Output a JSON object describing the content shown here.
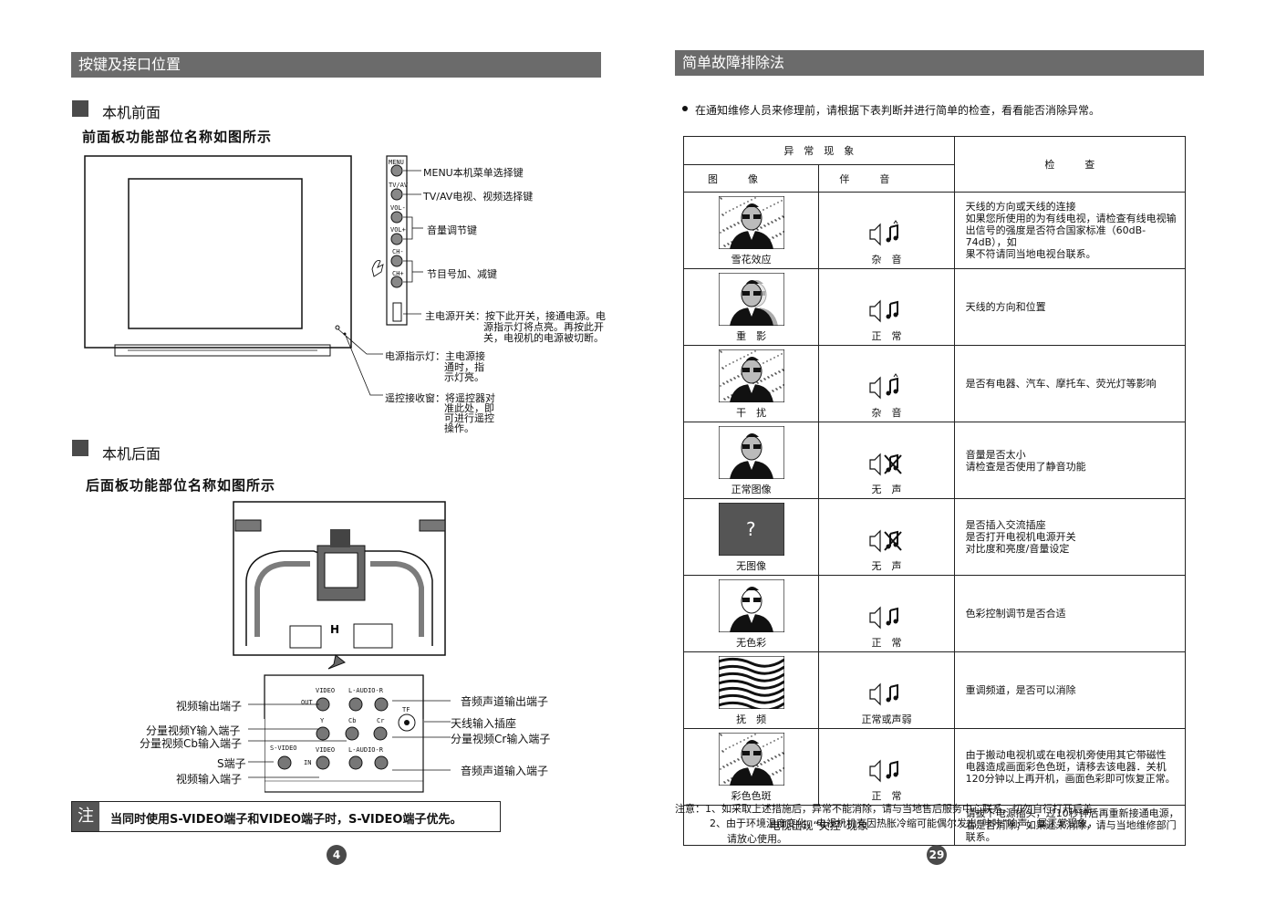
{
  "left": {
    "section_title": "按键及接口位置",
    "front_heading": "本机前面",
    "front_caption": "前面板功能部位名称如图所示",
    "front_labels": {
      "menu": "MENU本机菜单选择键",
      "tvav": "TV/AV电视、视频选择键",
      "vol": "音量调节键",
      "ch": "节目号加、减键",
      "power_1": "主电源开关：按下此开关，接通电源。电",
      "power_2": "源指示灯将点亮。再按此开",
      "power_3": "关，电视机的电源被切断。",
      "indicator_1": "电源指示灯：主电源接",
      "indicator_2": "通时，指",
      "indicator_3": "示灯亮。",
      "remote_1": "遥控接收窗：将遥控器对",
      "remote_2": "准此处，即",
      "remote_3": "可进行遥控",
      "remote_4": "操作。"
    },
    "button_tags": {
      "menu": "MENU",
      "tvav": "TV/AV",
      "volm": "VOL-",
      "volp": "VOL+",
      "chm": "CH-",
      "chp": "CH+"
    },
    "rear_heading": "本机后面",
    "rear_caption": "后面板功能部位名称如图所示",
    "rear_labels": {
      "video_out": "视频输出端子",
      "y_in": "分量视频Y输入端子",
      "cb_in": "分量视频Cb输入端子",
      "s_term": "S端子",
      "video_in": "视频输入端子",
      "audio_out": "音频声道输出端子",
      "antenna": "天线输入插座",
      "cr_in": "分量视频Cr输入端子",
      "audio_in": "音频声道输入端子"
    },
    "panel_tags": {
      "video": "VIDEO",
      "audio": "L-AUDIO-R",
      "out": "OUT",
      "y": "Y",
      "cb": "Cb",
      "cr": "Cr",
      "svideo": "S-VIDEO",
      "in": "IN",
      "ant": "TF"
    },
    "note_badge": "注",
    "note_text": "当同时使用S-VIDEO端子和VIDEO端子时，S-VIDEO端子优先。",
    "page_number": "4"
  },
  "right": {
    "section_title": "简单故障排除法",
    "intro": "在通知维修人员来修理前，请根据下表判断并进行简单的检查，看看能否消除异常。",
    "table": {
      "header_symptom": "异　常　现　象",
      "header_check": "检　　　查",
      "sub_image": "图　　　像",
      "sub_sound": "伴　　　音",
      "rows": [
        {
          "image": "雪花效应",
          "sound": "杂　音",
          "check": [
            "天线的方向或天线的连接",
            "如果您所使用的为有线电视，请检查有线电视输",
            "出信号的强度是否符合国家标准（60dB-74dB），如",
            "果不符请同当地电视台联系。"
          ]
        },
        {
          "image": "重　影",
          "sound": "正　常",
          "check": [
            "天线的方向和位置"
          ]
        },
        {
          "image": "干　扰",
          "sound": "杂　音",
          "check": [
            "是否有电器、汽车、摩托车、荧光灯等影响"
          ]
        },
        {
          "image": "正常图像",
          "sound": "无　声",
          "check": [
            "音量是否太小",
            "请检查是否使用了静音功能"
          ]
        },
        {
          "image": "无图像",
          "sound": "无　声",
          "check": [
            "是否插入交流插座",
            "是否打开电视机电源开关",
            "对比度和亮度/音量设定"
          ]
        },
        {
          "image": "无色彩",
          "sound": "正　常",
          "check": [
            "色彩控制调节是否合适"
          ]
        },
        {
          "image": "抚　频",
          "sound": "正常或声弱",
          "check": [
            "重调频道，是否可以消除"
          ]
        },
        {
          "image": "彩色色斑",
          "sound": "正　常",
          "check": [
            "由于搬动电视机或在电视机旁使用其它带磁性",
            "电器造成画面彩色色斑，请移去该电器．关机",
            "120分钟以上再开机，画面色彩即可恢复正常。"
          ]
        }
      ],
      "last_row_symptom": "电视出现“失控”现象",
      "last_row_check": [
        "请拔下电源插头，过10秒钟后再重新接通电源，",
        "看是否消除；如果还未消除，请与当地维修部门",
        "联系。"
      ],
      "no_image_symbol": "?"
    },
    "note_1": "注意：1、如采取上述措施后，异常不能消除，请与当地售后服务中心联系，切勿自行打开后盖。",
    "note_2": "2、由于环境温度变化，电视机机壳因热胀冷缩可能偶尔发出“咔咔”响声，属正常现象，",
    "note_3": "请放心使用。",
    "page_number": "29"
  }
}
